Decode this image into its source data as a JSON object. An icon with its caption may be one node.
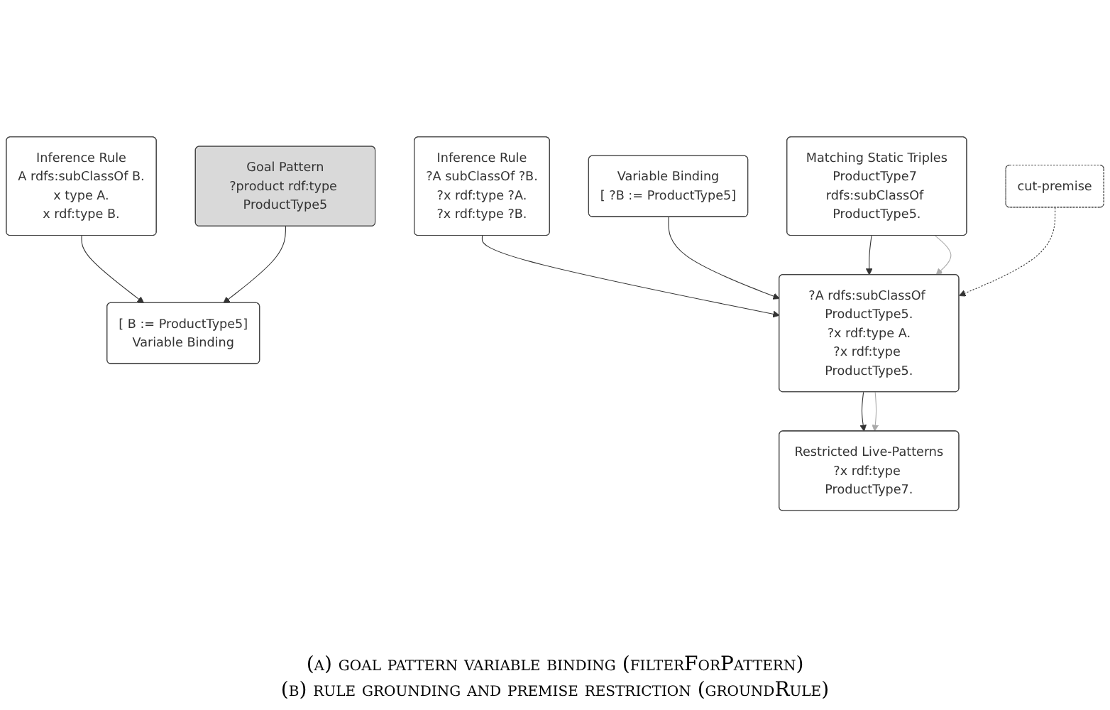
{
  "diagram": {
    "nodes": [
      {
        "text": [
          "Inference Rule",
          "A rdfs:subClassOf B.",
          "x type A.",
          "x rdf:type B."
        ]
      },
      {
        "text": [
          "Goal Pattern",
          "?product rdf:type ProductType5"
        ]
      },
      {
        "text": [
          "[ B := ProductType5]",
          "Variable Binding"
        ]
      },
      {
        "text": [
          "Inference Rule",
          "?A subClassOf ?B.",
          "?x rdf:type ?A.",
          "?x rdf:type ?B."
        ]
      },
      {
        "text": [
          "Variable Binding",
          "[ ?B := ProductType5]"
        ]
      },
      {
        "text": [
          "Matching Static Triples",
          "ProductType7 rdfs:subClassOf ProductType5."
        ]
      },
      {
        "text": [
          "Restricted Live-Patterns",
          "?x rdf:type ProductType7."
        ]
      },
      {
        "text": [
          "cut-premise"
        ]
      },
      {
        "text": [
          "?A rdfs:subClassOf ProductType5.",
          "?x rdf:type A.",
          "?x rdf:type ProductType5."
        ]
      }
    ],
    "edges": [
      {
        "from": 0,
        "to": 2,
        "arrow": "to"
      },
      {
        "from": 1,
        "to": 2,
        "arrow": "to"
      },
      {
        "from": 3,
        "to": 8,
        "arrow": "to"
      },
      {
        "from": 4,
        "to": 8,
        "arrow": "to"
      },
      {
        "from": 5,
        "to": 8,
        "arrow": "to"
      },
      {
        "from": 5,
        "to": 8,
        "arrow": "to",
        "color": "#aaaaaa"
      },
      {
        "from": 8,
        "to": 6,
        "arrow": "to"
      },
      {
        "from": 8,
        "to": 6,
        "arrow": "to",
        "color": "#aaaaaa"
      },
      {
        "from": 7,
        "to": 8,
        "arrow": "to",
        "style": "dashed"
      }
    ],
    "labels": [
      "(a) goal pattern variable binding (filterForPattern)",
      "(b) rule grounding and premise restriction (groundRule)"
    ]
  }
}
